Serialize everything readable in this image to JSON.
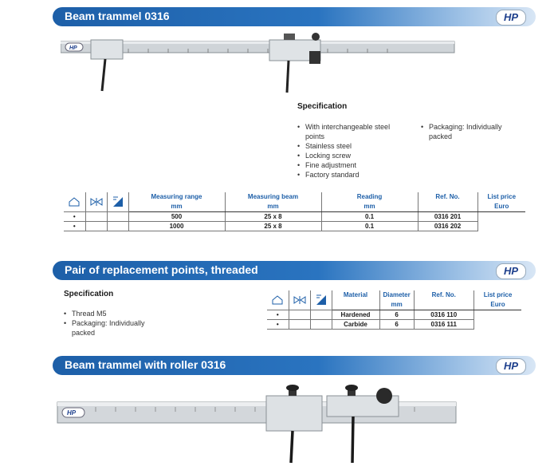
{
  "sections": [
    {
      "title": "Beam trammel 0316",
      "logo": "HP",
      "spec_heading": "Specification",
      "spec_col1": [
        "With interchangeable steel points",
        "Stainless steel",
        "Locking screw",
        "Fine adjustment",
        "Factory standard"
      ],
      "spec_col2": [
        "Packaging: Individually packed"
      ],
      "table": {
        "icons": [
          "house-icon",
          "caliper-icon",
          "ruler-icon"
        ],
        "headers": [
          {
            "label": "Measuring range",
            "unit": "mm"
          },
          {
            "label": "Measuring beam",
            "unit": "mm"
          },
          {
            "label": "Reading",
            "unit": "mm"
          },
          {
            "label": "Ref. No.",
            "unit": ""
          },
          {
            "label": "List price",
            "unit": "Euro"
          }
        ],
        "rows": [
          {
            "mark": "•",
            "range": "500",
            "beam": "25 x 8",
            "reading": "0.1",
            "ref": "0316 201"
          },
          {
            "mark": "•",
            "range": "1000",
            "beam": "25 x 8",
            "reading": "0.1",
            "ref": "0316 202"
          }
        ]
      }
    },
    {
      "title": "Pair of replacement points, threaded",
      "logo": "HP",
      "spec_heading": "Specification",
      "spec_col1": [
        "Thread M5",
        "Packaging: Individually packed"
      ],
      "table": {
        "icons": [
          "house-icon",
          "caliper-icon",
          "ruler-icon"
        ],
        "headers": [
          {
            "label": "Material",
            "unit": ""
          },
          {
            "label": "Diameter",
            "unit": "mm"
          },
          {
            "label": "Ref. No.",
            "unit": ""
          },
          {
            "label": "List price",
            "unit": "Euro"
          }
        ],
        "rows": [
          {
            "mark": "•",
            "material": "Hardened",
            "diameter": "6",
            "ref": "0316 110"
          },
          {
            "mark": "•",
            "material": "Carbide",
            "diameter": "6",
            "ref": "0316 111"
          }
        ]
      }
    },
    {
      "title": "Beam trammel with roller 0316",
      "logo": "HP"
    }
  ],
  "colors": {
    "banner": "#1d5fa8",
    "header_text": "#1d5fa8",
    "beam": "#c9ced3"
  }
}
